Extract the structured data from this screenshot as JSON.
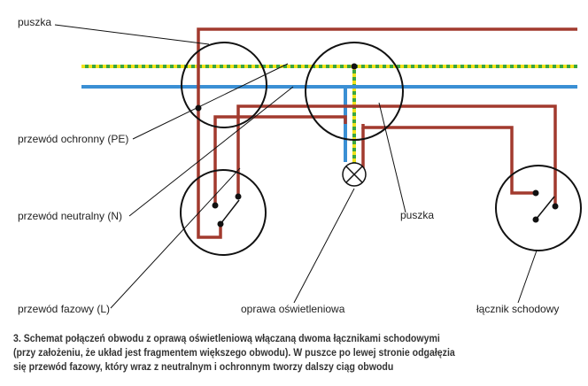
{
  "labels": {
    "puszka_left": "puszka",
    "pe": "przewód ochronny (PE)",
    "neutral": "przewód neutralny (N)",
    "phase": "przewód fazowy (L)",
    "lamp": "oprawa oświetleniowa",
    "puszka_center": "puszka",
    "switch": "łącznik schodowy"
  },
  "caption": {
    "line1": "3. Schemat połączeń obwodu z oprawą oświetleniową włączaną dwoma łącznikami schodowymi",
    "line2": "(przy założeniu, że układ jest fragmentem większego obwodu). W puszce po lewej stronie odgałęzia",
    "line3": "się przewód fazowy, który wraz z neutralnym i ochronnym tworzy dalszy ciąg obwodu"
  },
  "colors": {
    "phase": "#a23a2e",
    "neutral": "#3a8fd4",
    "pe_green": "#3aa640",
    "pe_yellow": "#f2e21c",
    "outline": "#111111"
  }
}
